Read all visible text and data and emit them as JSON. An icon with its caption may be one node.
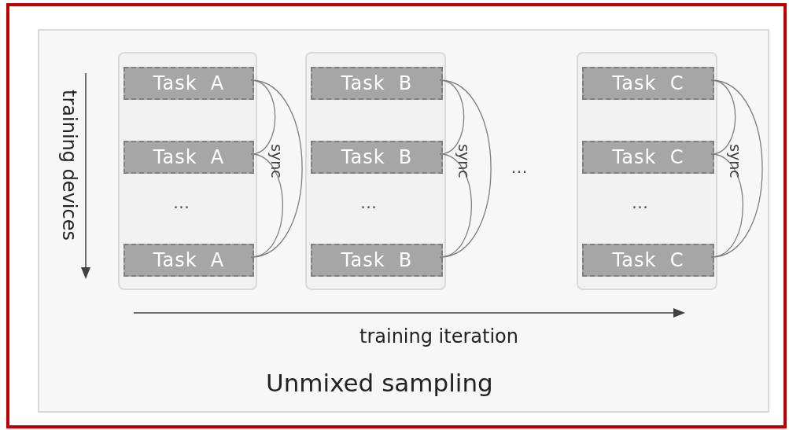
{
  "diagram": {
    "nodes": [
      {
        "text": [
          "Unmixed sampling"
        ]
      },
      {
        "text": [
          "..."
        ],
        "in": 0
      },
      {
        "text": [
          "Task  A"
        ],
        "in": 1
      },
      {
        "text": [
          "Task  A"
        ],
        "in": 1
      },
      {
        "text": [
          "Task  A"
        ],
        "in": 1
      },
      {
        "text": [
          "..."
        ],
        "in": 0
      },
      {
        "text": [
          "Task  B"
        ],
        "in": 5
      },
      {
        "text": [
          "Task  B"
        ],
        "in": 5
      },
      {
        "text": [
          "Task  B"
        ],
        "in": 5
      },
      {
        "text": [
          "..."
        ],
        "in": 0
      },
      {
        "text": [
          "Task  C"
        ],
        "in": 9
      },
      {
        "text": [
          "Task  C"
        ],
        "in": 9
      },
      {
        "text": [
          "Task  C"
        ],
        "in": 9
      }
    ],
    "edges": [
      {
        "from": 2,
        "to": 3,
        "arrow": "none"
      },
      {
        "from": 3,
        "to": 4,
        "arrow": "none"
      },
      {
        "from": 2,
        "to": 4,
        "arrow": "none"
      },
      {
        "from": 6,
        "to": 7,
        "arrow": "none"
      },
      {
        "from": 7,
        "to": 8,
        "arrow": "none"
      },
      {
        "from": 6,
        "to": 8,
        "arrow": "none"
      },
      {
        "from": 10,
        "to": 11,
        "arrow": "none"
      },
      {
        "from": 11,
        "to": 12,
        "arrow": "none"
      },
      {
        "from": 10,
        "to": 12,
        "arrow": "none"
      }
    ],
    "labels": [
      "training devices",
      "sync",
      "sync",
      "...",
      "sync",
      "training iteration"
    ]
  }
}
